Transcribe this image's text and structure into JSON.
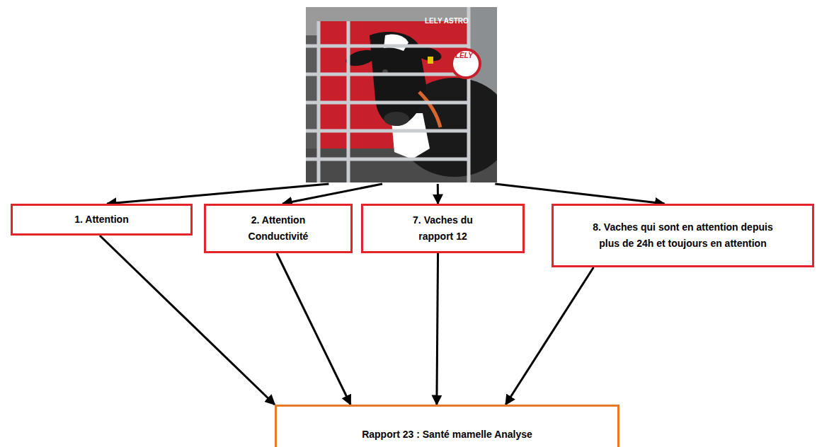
{
  "diagram": {
    "nodes": [
      {
        "text": [
          "LELY ASTRO",
          "LELY"
        ]
      },
      {
        "text": [
          "1. Attention"
        ]
      },
      {
        "text": [
          "2. Attention Conductivité"
        ]
      },
      {
        "text": [
          "7. Vaches du rapport 12"
        ]
      },
      {
        "text": [
          "8. Vaches qui sont en attention depuis plus de 24h et toujours en attention"
        ]
      },
      {
        "text": [
          "Rapport 23 : Santé mamelle Analyse"
        ]
      }
    ],
    "edges": [
      {
        "from": 0,
        "to": 1,
        "arrow": "to"
      },
      {
        "from": 0,
        "to": 2,
        "arrow": "to"
      },
      {
        "from": 0,
        "to": 3,
        "arrow": "to"
      },
      {
        "from": 0,
        "to": 4,
        "arrow": "to"
      },
      {
        "from": 1,
        "to": 5,
        "arrow": "to"
      },
      {
        "from": 2,
        "to": 5,
        "arrow": "to"
      },
      {
        "from": 3,
        "to": 5,
        "arrow": "to"
      },
      {
        "from": 4,
        "to": 5,
        "arrow": "to"
      }
    ]
  }
}
